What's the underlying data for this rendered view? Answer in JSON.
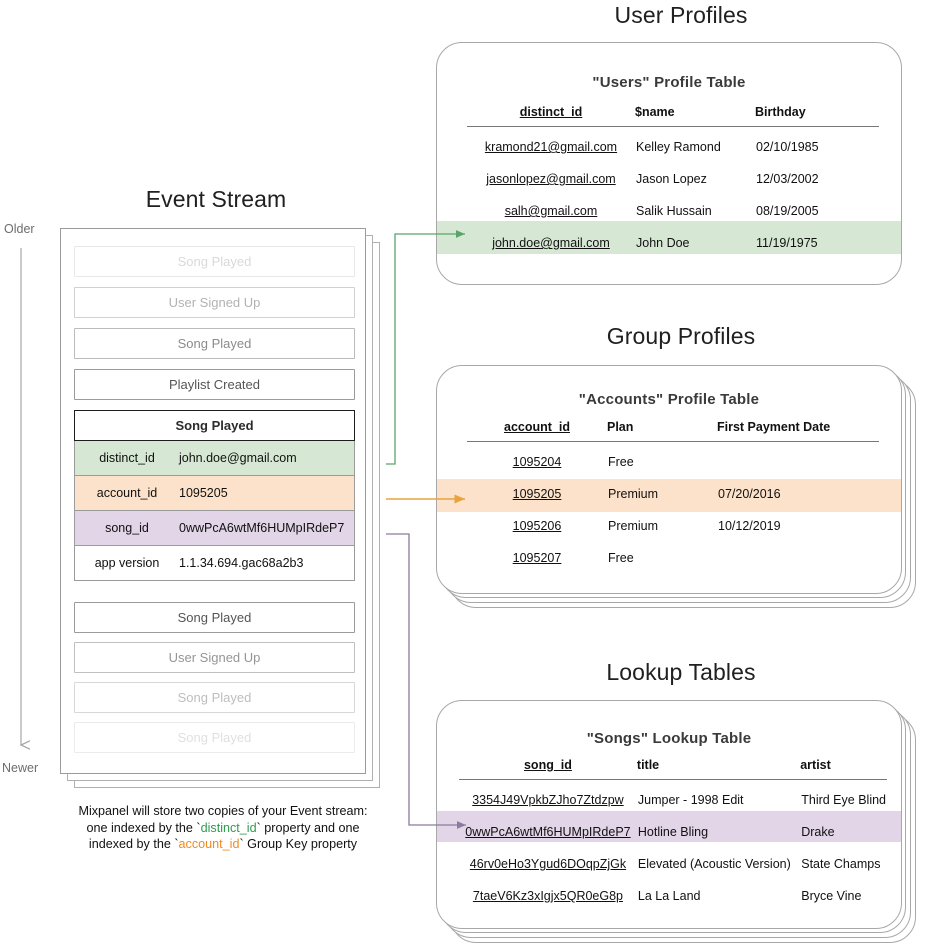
{
  "sections": {
    "event_stream_title": "Event Stream",
    "user_profiles_title": "User Profiles",
    "group_profiles_title": "Group Profiles",
    "lookup_tables_title": "Lookup Tables"
  },
  "timeline": {
    "older_label": "Older",
    "newer_label": "Newer"
  },
  "event_stream": {
    "events_above": [
      {
        "label": "Song Played",
        "opacity": 0.22
      },
      {
        "label": "User Signed Up",
        "opacity": 0.45
      },
      {
        "label": "Song Played",
        "opacity": 0.68
      },
      {
        "label": "Playlist Created",
        "opacity": 1.0
      }
    ],
    "expanded_event": {
      "title": "Song Played",
      "properties": [
        {
          "key": "distinct_id",
          "value": "john.doe@gmail.com",
          "highlight": "green"
        },
        {
          "key": "account_id",
          "value": "1095205",
          "highlight": "orange"
        },
        {
          "key": "song_id",
          "value": "0wwPcA6wtMf6HUMpIRdeP7",
          "highlight": "purple"
        },
        {
          "key": "app version",
          "value": "1.1.34.694.gac68a2b3",
          "highlight": "plain"
        }
      ]
    },
    "events_below": [
      {
        "label": "Song Played",
        "opacity": 1.0
      },
      {
        "label": "User Signed Up",
        "opacity": 0.62
      },
      {
        "label": "Song Played",
        "opacity": 0.38
      },
      {
        "label": "Song Played",
        "opacity": 0.18
      }
    ]
  },
  "caption": {
    "line1": "Mixpanel will store two copies of your Event stream:",
    "line2_pre": "one indexed by the `",
    "line2_key": "distinct_id",
    "line2_post": "` property and one",
    "line3_pre": "indexed by the `",
    "line3_key": "account_id",
    "line3_post": "` Group Key property"
  },
  "users_table": {
    "title": "\"Users\" Profile Table",
    "columns": [
      "distinct_id",
      "$name",
      "Birthday"
    ],
    "rows": [
      {
        "cells": [
          "kramond21@gmail.com",
          "Kelley Ramond",
          "02/10/1985"
        ],
        "highlight": "none"
      },
      {
        "cells": [
          "jasonlopez@gmail.com",
          "Jason Lopez",
          "12/03/2002"
        ],
        "highlight": "none"
      },
      {
        "cells": [
          "salh@gmail.com",
          "Salik Hussain",
          "08/19/2005"
        ],
        "highlight": "none"
      },
      {
        "cells": [
          "john.doe@gmail.com",
          "John Doe",
          "11/19/1975"
        ],
        "highlight": "green"
      }
    ]
  },
  "accounts_table": {
    "title": "\"Accounts\" Profile Table",
    "columns": [
      "account_id",
      "Plan",
      "First Payment Date"
    ],
    "rows": [
      {
        "cells": [
          "1095204",
          "Free",
          ""
        ],
        "highlight": "none"
      },
      {
        "cells": [
          "1095205",
          "Premium",
          "07/20/2016"
        ],
        "highlight": "orange"
      },
      {
        "cells": [
          "1095206",
          "Premium",
          "10/12/2019"
        ],
        "highlight": "none"
      },
      {
        "cells": [
          "1095207",
          "Free",
          ""
        ],
        "highlight": "none"
      }
    ]
  },
  "songs_table": {
    "title": "\"Songs\" Lookup Table",
    "columns": [
      "song_id",
      "title",
      "artist"
    ],
    "rows": [
      {
        "cells": [
          "3354J49VpkbZJho7Ztdzpw",
          "Jumper - 1998 Edit",
          "Third Eye Blind"
        ],
        "highlight": "none"
      },
      {
        "cells": [
          "0wwPcA6wtMf6HUMpIRdeP7",
          "Hotline Bling",
          "Drake"
        ],
        "highlight": "purple"
      },
      {
        "cells": [
          "46rv0eHo3Ygud6DOqpZjGk",
          "Elevated (Acoustic Version)",
          "State Champs"
        ],
        "highlight": "none"
      },
      {
        "cells": [
          "7taeV6Kz3xIgjx5QR0eG8p",
          "La La Land",
          "Bryce Vine"
        ],
        "highlight": "none"
      }
    ]
  },
  "colors": {
    "green": "#d6e8d4",
    "orange": "#fce2ca",
    "purple": "#e1d5e7",
    "green_arrow": "#5aa469",
    "orange_arrow": "#e8a33d",
    "purple_arrow": "#8c7aa0",
    "axis": "#a6a6a6",
    "card_border": "#a8a8a8"
  }
}
